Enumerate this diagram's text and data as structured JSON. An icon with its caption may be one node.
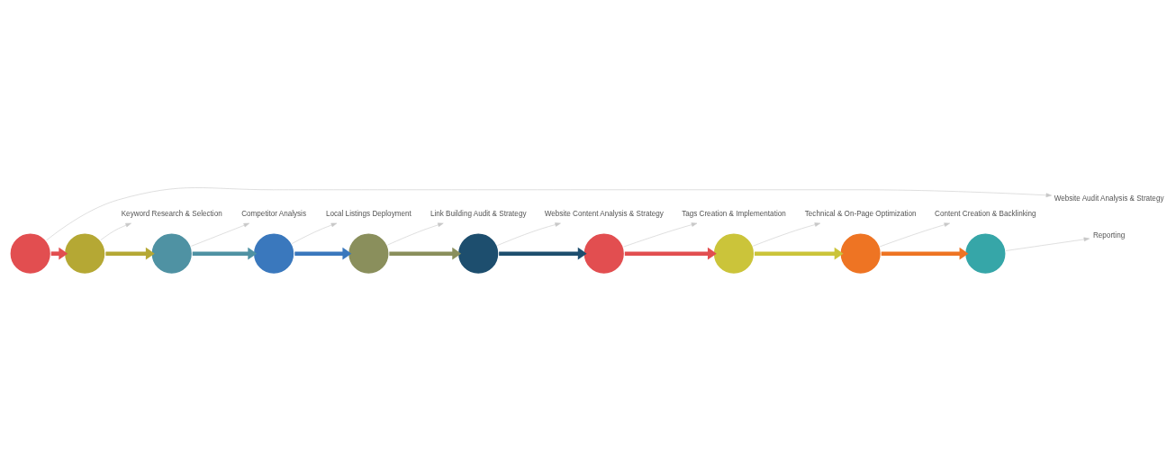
{
  "diagram": {
    "nodes": [
      {
        "text": [
          "Website Audit Analysis & Strategy"
        ]
      },
      {
        "text": [],
        "shape": "circle"
      },
      {
        "text": [
          "Keyword Research & Selection"
        ]
      },
      {
        "text": [],
        "shape": "circle"
      },
      {
        "text": [
          "Competitor Analysis"
        ]
      },
      {
        "text": [],
        "shape": "circle"
      },
      {
        "text": [
          "Local Listings Deployment"
        ]
      },
      {
        "text": [],
        "shape": "circle"
      },
      {
        "text": [
          "Link Building Audit & Strategy"
        ]
      },
      {
        "text": [],
        "shape": "circle"
      },
      {
        "text": [
          "Website Content Analysis & Strategy"
        ]
      },
      {
        "text": [],
        "shape": "circle"
      },
      {
        "text": [
          "Tags Creation & Implementation"
        ]
      },
      {
        "text": [],
        "shape": "circle"
      },
      {
        "text": [
          "Technical & On-Page Optimization"
        ]
      },
      {
        "text": [],
        "shape": "circle"
      },
      {
        "text": [
          "Content Creation & Backlinking"
        ]
      },
      {
        "text": [],
        "shape": "circle"
      },
      {
        "text": [
          "Reporting"
        ]
      },
      {
        "text": [],
        "shape": "circle"
      }
    ],
    "edges": [
      {
        "from": 1,
        "to": 3,
        "arrow": "to",
        "style": "thick",
        "color": "#e24e50"
      },
      {
        "from": 3,
        "to": 5,
        "arrow": "to",
        "style": "thick",
        "color": "#b5a834"
      },
      {
        "from": 5,
        "to": 7,
        "arrow": "to",
        "style": "thick",
        "color": "#4f92a3"
      },
      {
        "from": 7,
        "to": 9,
        "arrow": "to",
        "style": "thick",
        "color": "#3a78bd"
      },
      {
        "from": 9,
        "to": 11,
        "arrow": "to",
        "style": "thick",
        "color": "#8a8f5c"
      },
      {
        "from": 11,
        "to": 13,
        "arrow": "to",
        "style": "thick",
        "color": "#1d4e6e"
      },
      {
        "from": 13,
        "to": 15,
        "arrow": "to",
        "style": "thick",
        "color": "#e24e50"
      },
      {
        "from": 15,
        "to": 17,
        "arrow": "to",
        "style": "thick",
        "color": "#cbc43a"
      },
      {
        "from": 17,
        "to": 19,
        "arrow": "to",
        "style": "thick",
        "color": "#ee7423"
      },
      {
        "from": 1,
        "to": 0,
        "arrow": "to",
        "color": "#c8c8c8"
      },
      {
        "from": 3,
        "to": 2,
        "arrow": "to",
        "color": "#c8c8c8"
      },
      {
        "from": 5,
        "to": 4,
        "arrow": "to",
        "color": "#c8c8c8"
      },
      {
        "from": 7,
        "to": 6,
        "arrow": "to",
        "color": "#c8c8c8"
      },
      {
        "from": 9,
        "to": 8,
        "arrow": "to",
        "color": "#c8c8c8"
      },
      {
        "from": 11,
        "to": 10,
        "arrow": "to",
        "color": "#c8c8c8"
      },
      {
        "from": 13,
        "to": 12,
        "arrow": "to",
        "color": "#c8c8c8"
      },
      {
        "from": 15,
        "to": 14,
        "arrow": "to",
        "color": "#c8c8c8"
      },
      {
        "from": 17,
        "to": 16,
        "arrow": "to",
        "color": "#c8c8c8"
      },
      {
        "from": 19,
        "to": 18,
        "arrow": "to",
        "color": "#c8c8c8"
      }
    ]
  }
}
